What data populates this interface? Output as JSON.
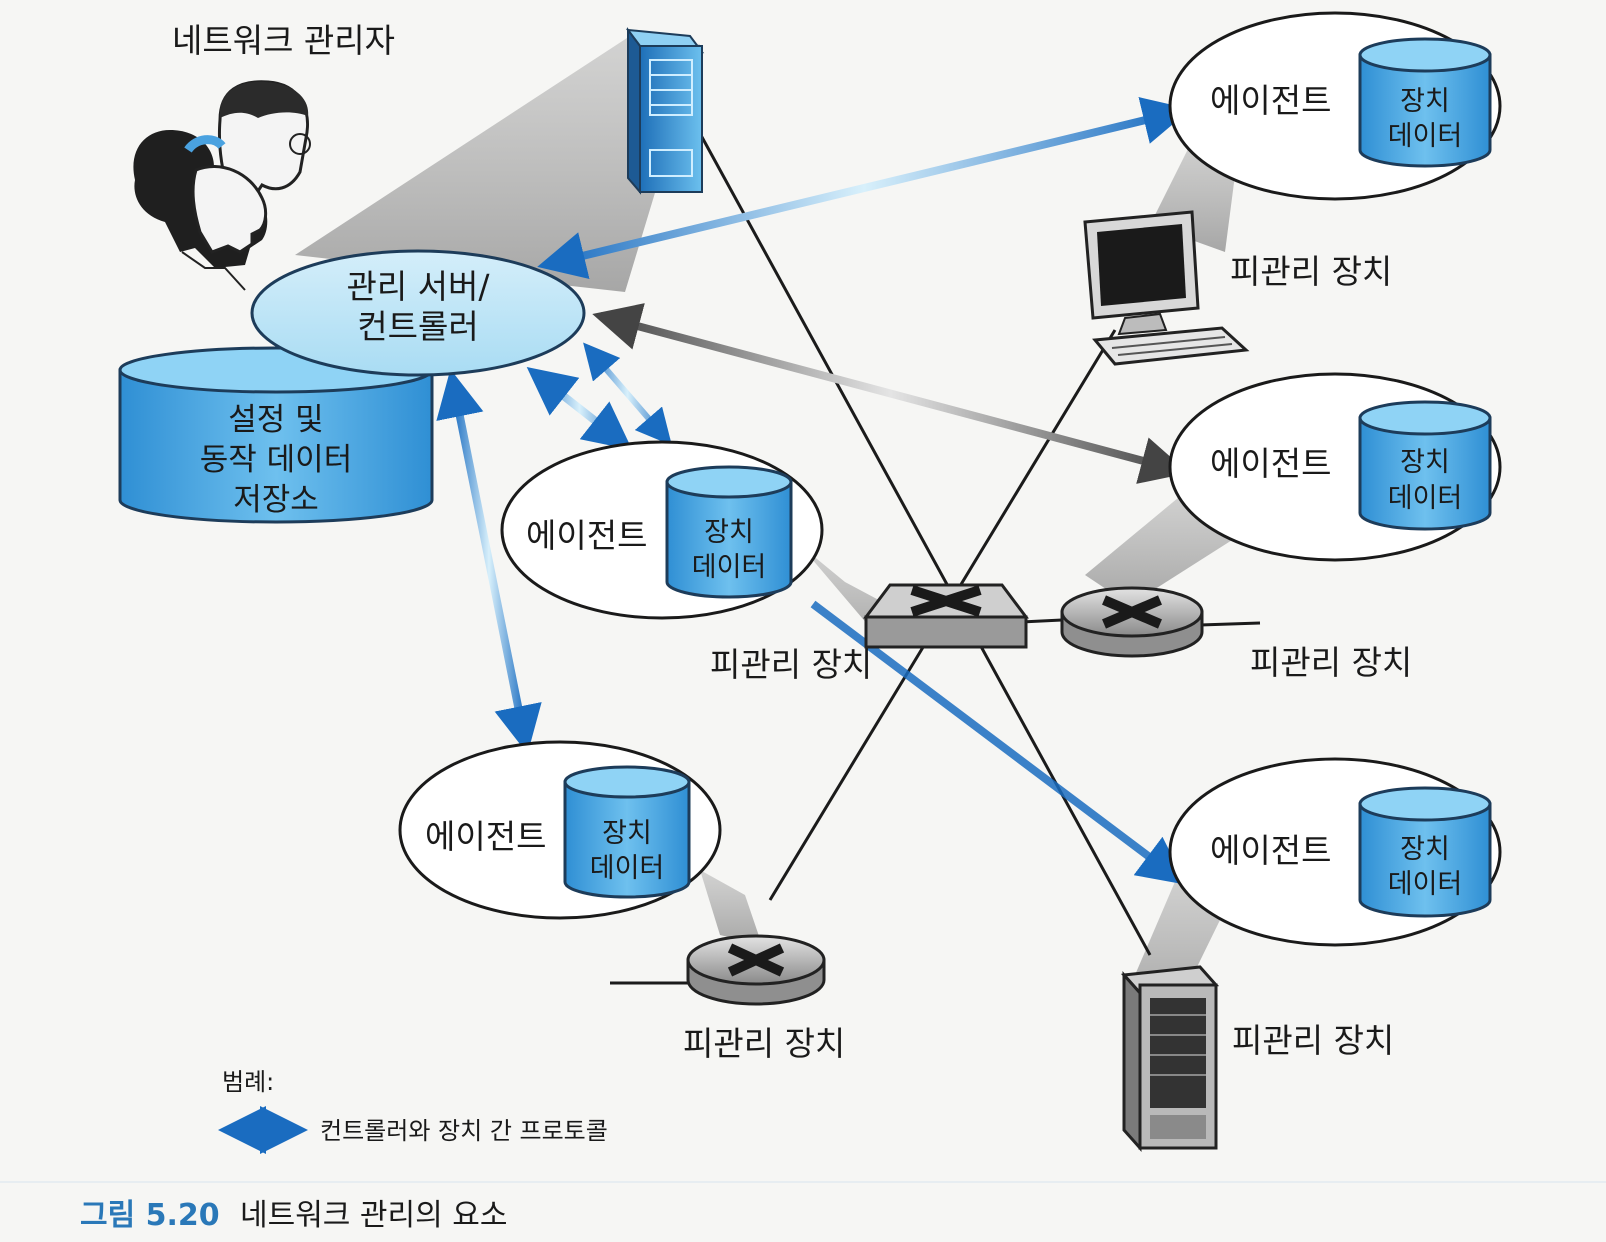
{
  "admin_label": "네트워크 관리자",
  "server": {
    "line1": "관리 서버/",
    "line2": "컨트롤러"
  },
  "store": {
    "line1": "설정 및",
    "line2": "동작 데이터",
    "line3": "저장소"
  },
  "agents": [
    {
      "agent": "에이전트",
      "db_line1": "장치",
      "db_line2": "데이터"
    },
    {
      "agent": "에이전트",
      "db_line1": "장치",
      "db_line2": "데이터"
    },
    {
      "agent": "에이전트",
      "db_line1": "장치",
      "db_line2": "데이터"
    },
    {
      "agent": "에이전트",
      "db_line1": "장치",
      "db_line2": "데이터"
    },
    {
      "agent": "에이전트",
      "db_line1": "장치",
      "db_line2": "데이터"
    }
  ],
  "managed_device_labels": [
    "피관리 장치",
    "피관리 장치",
    "피관리 장치",
    "피관리 장치",
    "피관리 장치"
  ],
  "legend": {
    "title": "범례:",
    "item": "컨트롤러와 장치 간 프로토콜"
  },
  "caption": {
    "number": "그림 5.20",
    "text": "네트워크 관리의 요소"
  },
  "colors": {
    "accent": "#1a6cc0",
    "light_blue": "#b9e3f6",
    "db_blue": "#3fa0dc"
  }
}
